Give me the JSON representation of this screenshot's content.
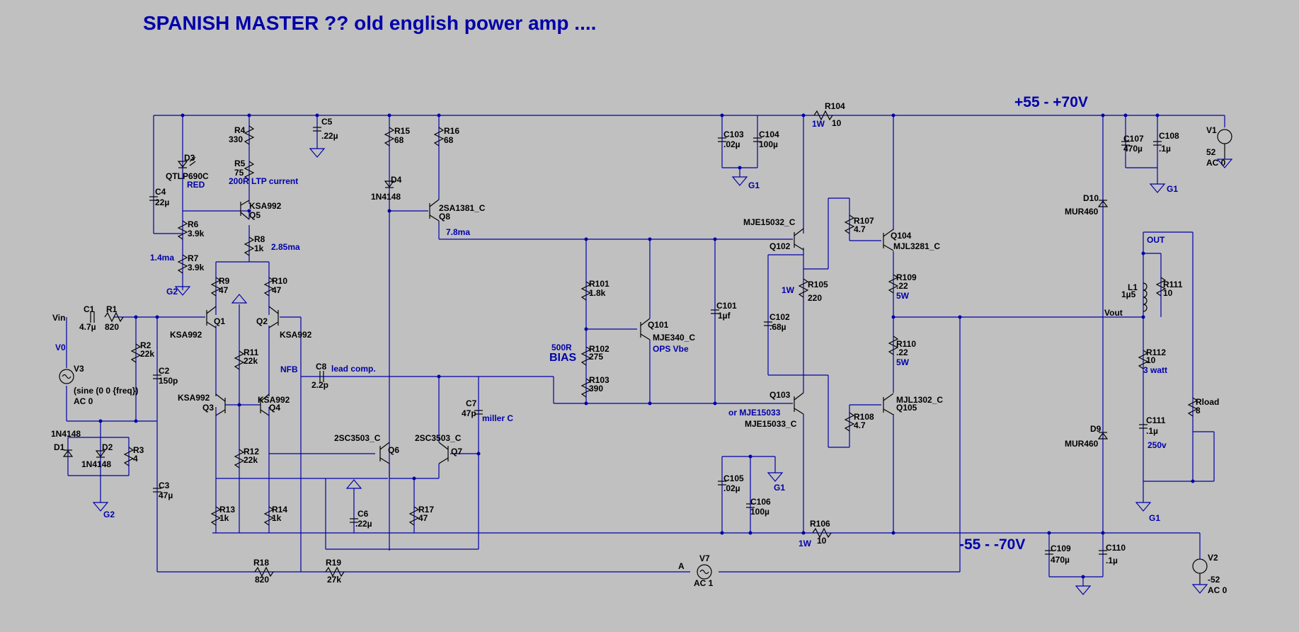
{
  "title": "SPANISH MASTER ??  old english power amp ....",
  "rails": {
    "positive": "+55 -  +70V",
    "negative": "-55 -  -70V"
  },
  "components": {
    "r4": {
      "ref": "R4",
      "val": "330"
    },
    "r5": {
      "ref": "R5",
      "val": "75"
    },
    "d3": {
      "ref": "D3",
      "val": "QTLP690C"
    },
    "c5": {
      "ref": "C5",
      "val": ".22µ"
    },
    "r15": {
      "ref": "R15",
      "val": "68"
    },
    "r16": {
      "ref": "R16",
      "val": "68"
    },
    "d4": {
      "ref": "D4",
      "val": "1N4148"
    },
    "c4": {
      "ref": "C4",
      "val": "22µ"
    },
    "q5": {
      "ref": "Q5",
      "val": "KSA992"
    },
    "q8": {
      "ref": "Q8",
      "val": "2SA1381_C"
    },
    "r6": {
      "ref": "R6",
      "val": "3.9k"
    },
    "r7": {
      "ref": "R7",
      "val": "3.9k"
    },
    "r8": {
      "ref": "R8",
      "val": "1k"
    },
    "r9": {
      "ref": "R9",
      "val": "47"
    },
    "r10": {
      "ref": "R10",
      "val": "47"
    },
    "q1": {
      "ref": "Q1",
      "val": "KSA992"
    },
    "q2": {
      "ref": "Q2",
      "val": "KSA992"
    },
    "c1": {
      "ref": "C1",
      "val": "4.7µ"
    },
    "r1": {
      "ref": "R1",
      "val": "820"
    },
    "r2": {
      "ref": "R2",
      "val": "22k"
    },
    "c2": {
      "ref": "C2",
      "val": "150p"
    },
    "v3": {
      "ref": "V3",
      "val": "(sine (0 0 {freq})",
      "ac": "AC 0"
    },
    "r11": {
      "ref": "R11",
      "val": "22k"
    },
    "c8": {
      "ref": "C8",
      "val": "2.2p"
    },
    "q3": {
      "ref": "Q3",
      "val": "KSA992"
    },
    "q4": {
      "ref": "Q4",
      "val": "KSA992"
    },
    "c7": {
      "ref": "C7",
      "val": "47p"
    },
    "d1": {
      "ref": "D1",
      "val": "1N4148"
    },
    "d2": {
      "ref": "D2",
      "val": "1N4148"
    },
    "r3": {
      "ref": "R3",
      "val": "4"
    },
    "r12": {
      "ref": "R12",
      "val": "22k"
    },
    "q6": {
      "ref": "Q6",
      "val": "2SC3503_C"
    },
    "q7": {
      "ref": "Q7",
      "val": "2SC3503_C"
    },
    "c3": {
      "ref": "C3",
      "val": "47µ"
    },
    "r13": {
      "ref": "R13",
      "val": "1k"
    },
    "r14": {
      "ref": "R14",
      "val": "1k"
    },
    "c6": {
      "ref": "C6",
      "val": ".22µ"
    },
    "r17": {
      "ref": "R17",
      "val": "47"
    },
    "r18": {
      "ref": "R18",
      "val": "820"
    },
    "r19": {
      "ref": "R19",
      "val": "27k"
    },
    "v7": {
      "ref": "V7",
      "val": "AC 1"
    },
    "r101": {
      "ref": "R101",
      "val": "1.8k"
    },
    "r102": {
      "ref": "R102",
      "val": "275"
    },
    "r103": {
      "ref": "R103",
      "val": "390"
    },
    "q101": {
      "ref": "Q101",
      "val": "MJE340_C"
    },
    "c101": {
      "ref": "C101",
      "val": "1µf"
    },
    "c103": {
      "ref": "C103",
      "val": ".02µ"
    },
    "c104": {
      "ref": "C104",
      "val": "100µ"
    },
    "r104": {
      "ref": "R104",
      "val": "10"
    },
    "q102": {
      "ref": "Q102",
      "val": "MJE15032_C"
    },
    "r105": {
      "ref": "R105",
      "val": "220"
    },
    "c102": {
      "ref": "C102",
      "val": ".68µ"
    },
    "q103": {
      "ref": "Q103",
      "val": "MJE15033_C"
    },
    "r107": {
      "ref": "R107",
      "val": "4.7"
    },
    "q104": {
      "ref": "Q104",
      "val": "MJL3281_C"
    },
    "r109": {
      "ref": "R109",
      "val": ".22"
    },
    "r110": {
      "ref": "R110",
      "val": ".22"
    },
    "r108": {
      "ref": "R108",
      "val": "4.7"
    },
    "q105": {
      "ref": "Q105",
      "val": "MJL1302_C"
    },
    "c105": {
      "ref": "C105",
      "val": ".02µ"
    },
    "c106": {
      "ref": "C106",
      "val": "100µ"
    },
    "r106": {
      "ref": "R106",
      "val": "10"
    },
    "c107": {
      "ref": "C107",
      "val": "470µ"
    },
    "c108": {
      "ref": "C108",
      "val": ".1µ"
    },
    "v1": {
      "ref": "V1",
      "val": "52",
      "ac": "AC 0"
    },
    "d10": {
      "ref": "D10",
      "val": "MUR460"
    },
    "d9": {
      "ref": "D9",
      "val": "MUR460"
    },
    "l1": {
      "ref": "L1",
      "val": "1µ5"
    },
    "r111": {
      "ref": "R111",
      "val": "10"
    },
    "r112": {
      "ref": "R112",
      "val": "10"
    },
    "c111": {
      "ref": "C111",
      "val": ".1µ"
    },
    "rload": {
      "ref": "Rload",
      "val": "8"
    },
    "c109": {
      "ref": "C109",
      "val": "470µ"
    },
    "c110": {
      "ref": "C110",
      "val": ".1µ"
    },
    "v2": {
      "ref": "V2",
      "val": "-52",
      "ac": "AC 0"
    }
  },
  "nets": {
    "vin": "Vin",
    "v0": "V0",
    "g1": "G1",
    "g2": "G2",
    "nfb": "NFB",
    "vout": "Vout",
    "out": "OUT",
    "a": "A"
  },
  "annotations": {
    "red": "RED",
    "ltp": "200R LTP current",
    "i285": "2.85ma",
    "i14": "1.4ma",
    "i78": "7.8ma",
    "lead": "lead comp.",
    "miller": "miller C",
    "r500": "500R",
    "bias": "BIAS",
    "opsvbe": "OPS Vbe",
    "w1a": "1W",
    "w1b": "1W",
    "w1c": "1W",
    "w5a": "5W",
    "w5b": "5W",
    "w3": "3 watt",
    "v250": "250v",
    "mje15033": "or MJE15033"
  },
  "colors": {
    "background": "#c0c0c0",
    "wire": "#0000aa",
    "component": "#000000",
    "annotation": "#0000aa"
  }
}
